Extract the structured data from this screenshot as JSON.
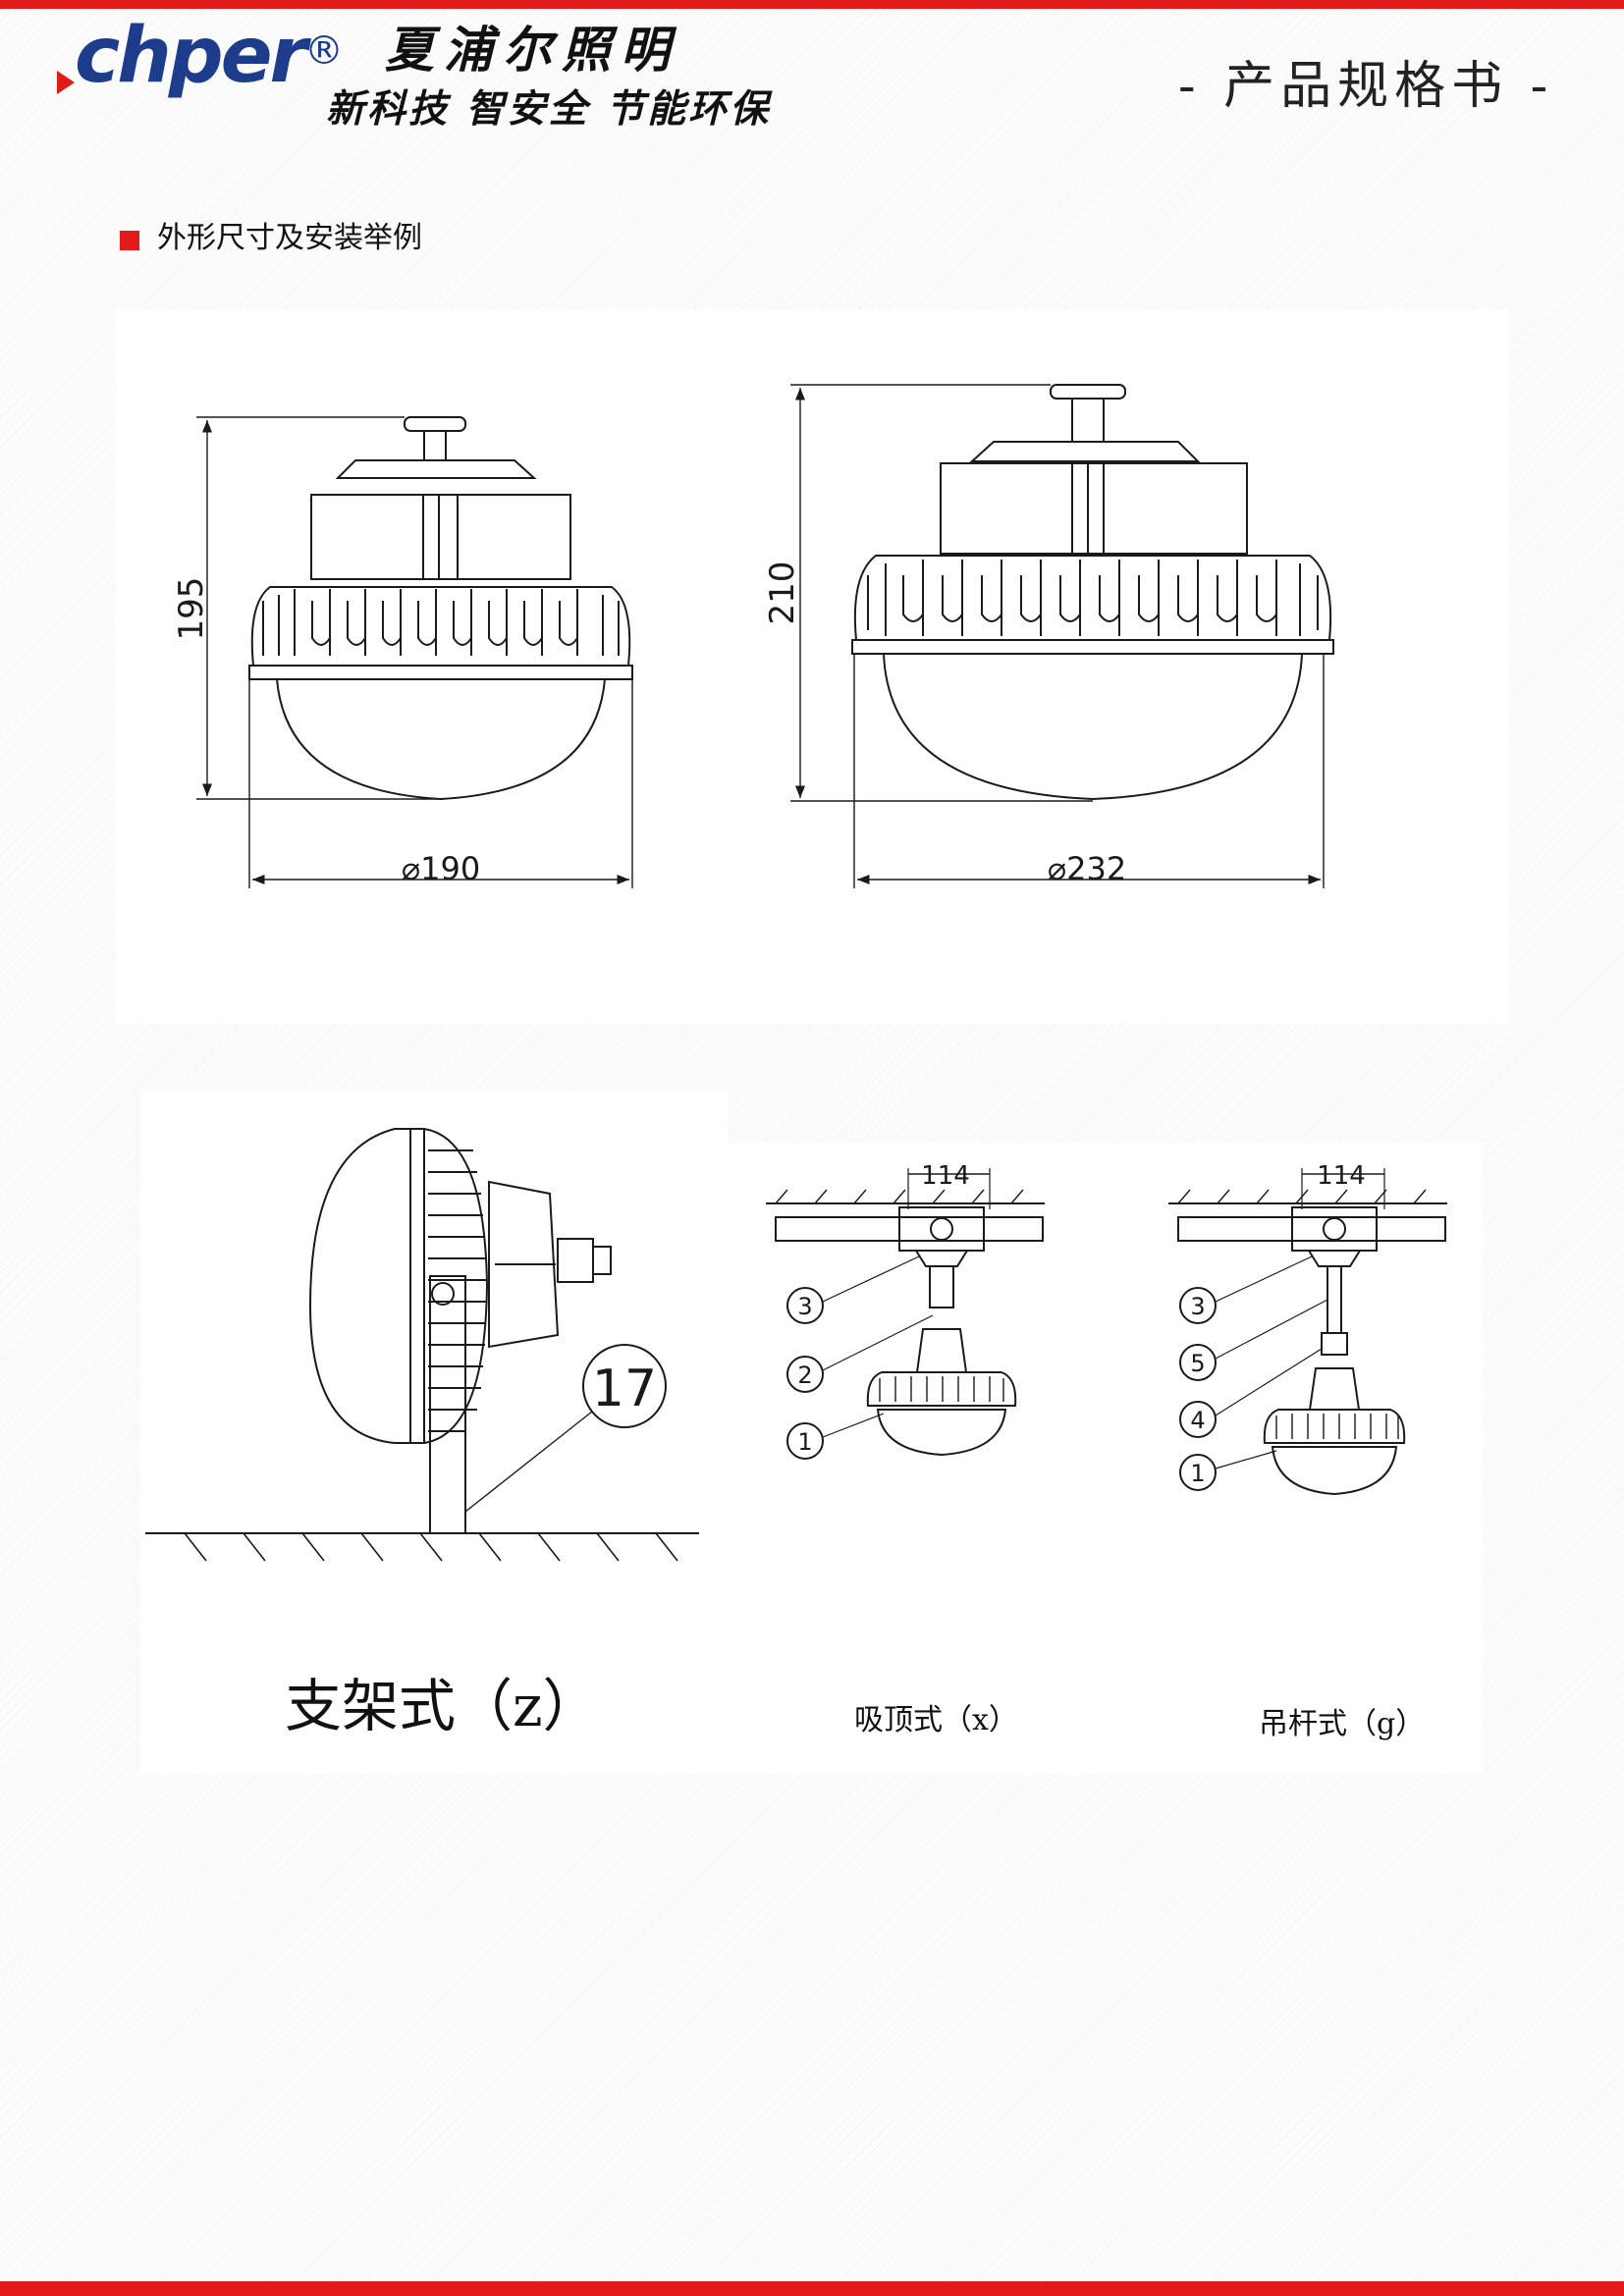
{
  "colors": {
    "accent_red": "#e31a1a",
    "logo_blue": "#1e3c8c",
    "line": "#1a1a1a"
  },
  "header": {
    "logo_text": "chper",
    "registered_mark": "®",
    "company_name": "夏浦尔照明",
    "slogan": "新科技 智安全 节能环保",
    "doc_title": "- 产品规格书 -"
  },
  "section": {
    "title": "外形尺寸及安装举例"
  },
  "dimensions": {
    "lamp_a": {
      "height_label": "195",
      "diameter_label": "⌀190"
    },
    "lamp_b": {
      "height_label": "210",
      "diameter_label": "⌀232"
    }
  },
  "installations": {
    "bracket": {
      "caption": "支架式（z）",
      "callout": "17"
    },
    "ceiling": {
      "caption": "吸顶式（x）",
      "width_label": "114",
      "callouts": [
        "3",
        "2",
        "1"
      ]
    },
    "pendant": {
      "caption": "吊杆式（g）",
      "width_label": "114",
      "callouts": [
        "3",
        "5",
        "4",
        "1"
      ]
    }
  }
}
